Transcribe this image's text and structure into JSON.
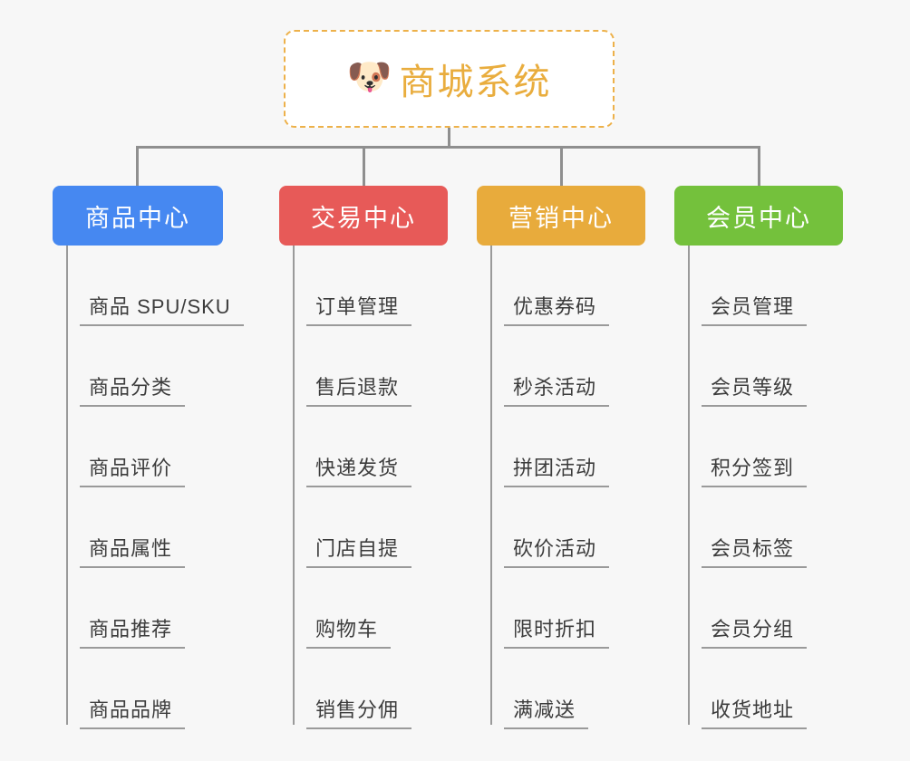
{
  "background_color": "#f7f7f7",
  "root": {
    "icon": "dog-face-emoji",
    "emoji": "🐶",
    "title": "商城系统",
    "border_color": "#edb14a",
    "text_color": "#e9ad3e"
  },
  "connector_color": "#8f8f8f",
  "branches": [
    {
      "id": "product-center",
      "title": "商品中心",
      "color": "#4688f1",
      "items": [
        "商品 SPU/SKU",
        "商品分类",
        "商品评价",
        "商品属性",
        "商品推荐",
        "商品品牌"
      ]
    },
    {
      "id": "trade-center",
      "title": "交易中心",
      "color": "#e75a58",
      "items": [
        "订单管理",
        "售后退款",
        "快递发货",
        "门店自提",
        "购物车",
        "销售分佣"
      ]
    },
    {
      "id": "marketing-center",
      "title": "营销中心",
      "color": "#e8ab3c",
      "items": [
        "优惠券码",
        "秒杀活动",
        "拼团活动",
        "砍价活动",
        "限时折扣",
        "满减送"
      ]
    },
    {
      "id": "member-center",
      "title": "会员中心",
      "color": "#74c13c",
      "items": [
        "会员管理",
        "会员等级",
        "积分签到",
        "会员标签",
        "会员分组",
        "收货地址"
      ]
    }
  ]
}
